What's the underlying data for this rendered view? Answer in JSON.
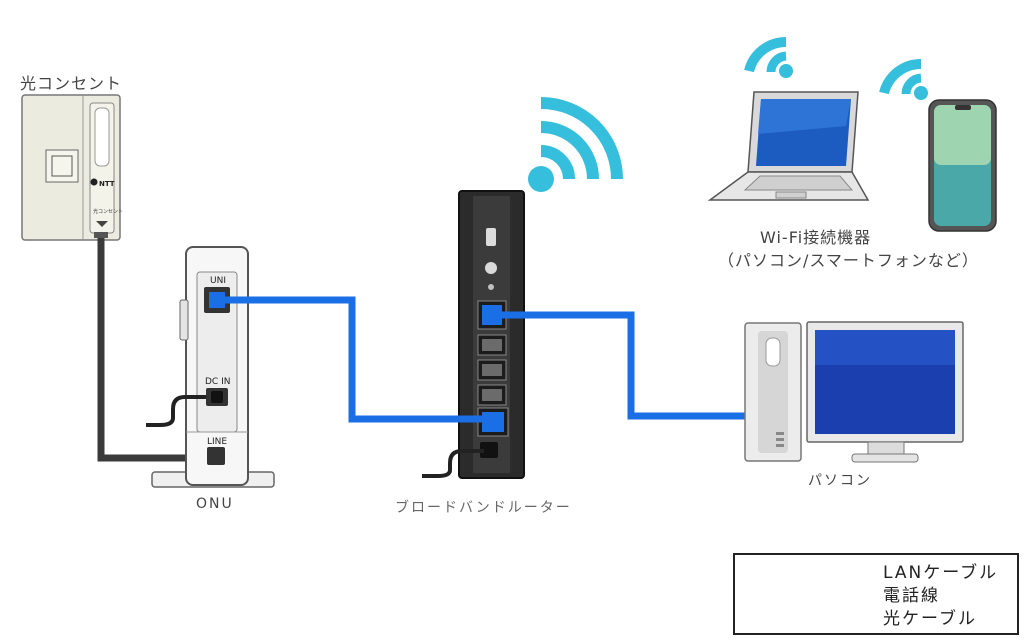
{
  "labels": {
    "optical_outlet": "光コンセント",
    "onu": "ONU",
    "router": "ブロードバンドルーター",
    "wifi_devices": "Wi-Fi接続機器",
    "wifi_devices_note": "（パソコン/スマートフォンなど）",
    "pc": "パソコン"
  },
  "device_text": {
    "outlet_mark": "NTT",
    "outlet_plug": "光コンセント",
    "onu_uni": "UNI",
    "onu_dcin": "DC IN",
    "onu_line": "LINE"
  },
  "legend": [
    {
      "label": "LANケーブル",
      "color": "#1a6fe6",
      "style": "dots"
    },
    {
      "label": "電話線",
      "color": "#22ee22",
      "style": "dots"
    },
    {
      "label": "光ケーブル",
      "color": "#3a3a3a",
      "style": "plain"
    }
  ],
  "colors": {
    "lan": "#1a6fe6",
    "fiber": "#3a3a3a",
    "wifi": "#36bfdc"
  }
}
